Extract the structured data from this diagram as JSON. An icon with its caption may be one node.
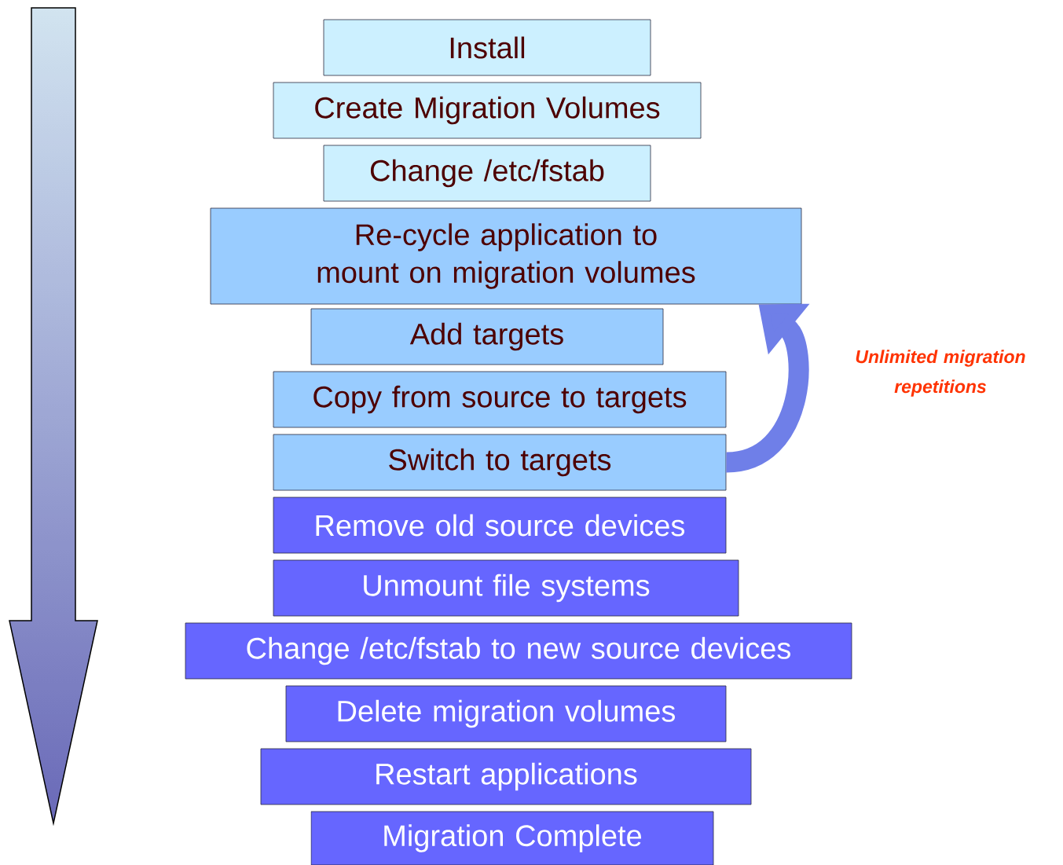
{
  "diagram": {
    "nodes": [
      {
        "text": [
          "Install"
        ]
      },
      {
        "text": [
          "Create Migration Volumes"
        ]
      },
      {
        "text": [
          "Change /etc/fstab"
        ]
      },
      {
        "text": [
          "Re-cycle application to mount on migration volumes"
        ]
      },
      {
        "text": [
          "Add targets"
        ]
      },
      {
        "text": [
          "Copy from source to targets"
        ]
      },
      {
        "text": [
          "Switch to targets"
        ]
      },
      {
        "text": [
          "Remove old source devices"
        ]
      },
      {
        "text": [
          "Unmount file systems"
        ]
      },
      {
        "text": [
          "Change /etc/fstab to new source devices"
        ]
      },
      {
        "text": [
          "Delete migration volumes"
        ]
      },
      {
        "text": [
          "Restart applications"
        ]
      },
      {
        "text": [
          "Migration Complete"
        ]
      }
    ],
    "edges": [
      {
        "from": 6,
        "to": 3,
        "arrow": "to",
        "label": "Unlimited migration repetitions"
      }
    ]
  }
}
